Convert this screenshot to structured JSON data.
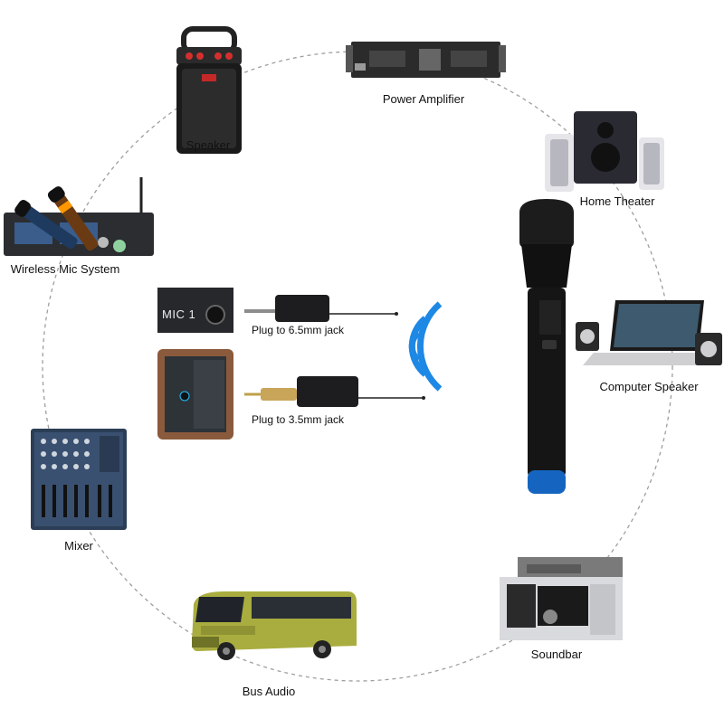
{
  "devices": [
    {
      "id": "speaker",
      "label": "Speaker"
    },
    {
      "id": "power-amplifier",
      "label": "Power Amplifier"
    },
    {
      "id": "home-theater",
      "label": "Home Theater"
    },
    {
      "id": "wireless-mic-system",
      "label": "Wireless Mic System"
    },
    {
      "id": "computer-speaker",
      "label": "Computer Speaker"
    },
    {
      "id": "mixer",
      "label": "Mixer"
    },
    {
      "id": "soundbar",
      "label": "Soundbar"
    },
    {
      "id": "bus-audio",
      "label": "Bus Audio"
    }
  ],
  "receiver": {
    "jack_panel_label": "MIC 1",
    "plug_65_label": "Plug to 6.5mm jack",
    "plug_35_label": "Plug to 3.5mm jack"
  },
  "colors": {
    "wireless_signal": "#1e88e5",
    "mic_ring": "#1565c0",
    "circle_dash": "#9e9e9e"
  }
}
